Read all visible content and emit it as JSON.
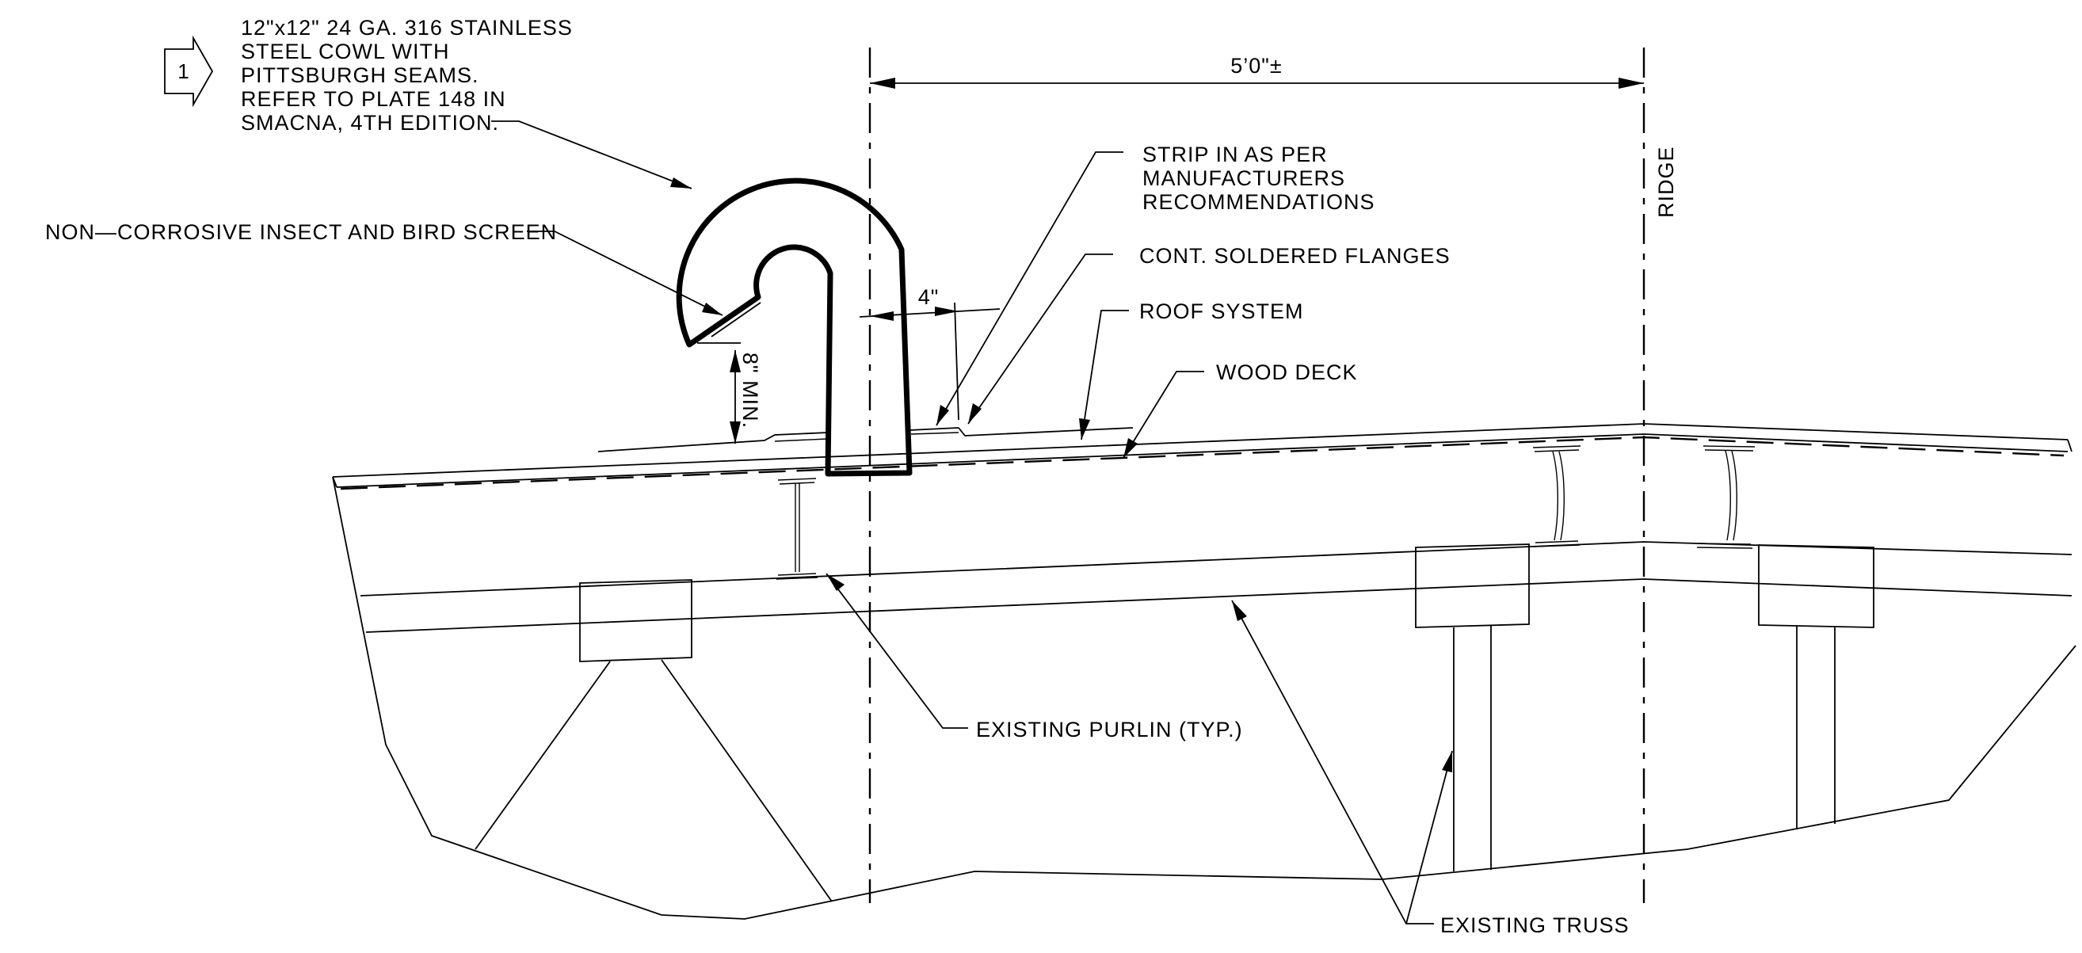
{
  "notes": {
    "cowl_keynote": "1",
    "cowl_lines": [
      "12\"x12\" 24 GA. 316 STAINLESS",
      "STEEL COWL WITH",
      "PITTSBURGH SEAMS.",
      "REFER TO PLATE 148 IN",
      "SMACNA, 4TH EDITION."
    ],
    "screen": "NON—CORROSIVE INSECT AND BIRD SCREEN",
    "strip_lines": [
      "STRIP IN AS PER",
      "MANUFACTURERS",
      "RECOMMENDATIONS"
    ],
    "flanges": "CONT. SOLDERED FLANGES",
    "roof_system": "ROOF SYSTEM",
    "wood_deck": "WOOD DECK",
    "purlin": "EXISTING PURLIN (TYP.)",
    "truss": "EXISTING TRUSS",
    "ridge": "RIDGE"
  },
  "dimensions": {
    "span": "5’0\"±",
    "offset": "4\"",
    "clearance": "8\" MIN."
  }
}
